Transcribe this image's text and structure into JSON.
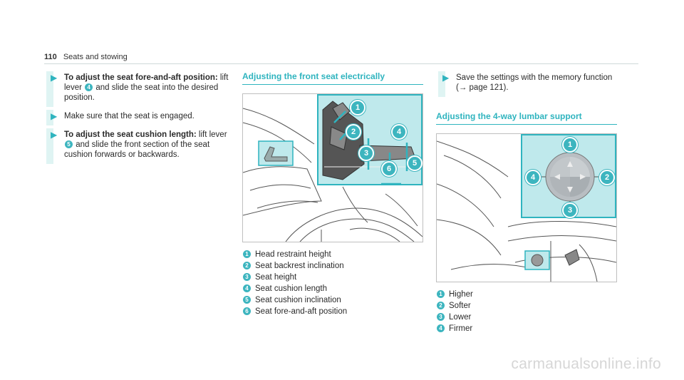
{
  "header": {
    "page_number": "110",
    "section": "Seats and stowing"
  },
  "col1": {
    "steps": [
      {
        "bold": "To adjust the seat fore-and-aft position:",
        "text_a": " lift lever ",
        "badge": "4",
        "text_b": " and slide the seat into the desired position."
      },
      {
        "text_a": "Make sure that the seat is engaged."
      },
      {
        "bold": "To adjust the seat cushion length:",
        "text_a": " lift lever ",
        "badge": "5",
        "text_b": " and slide the front section of the seat cushion forwards or backwards."
      }
    ]
  },
  "col2": {
    "title": "Adjusting the front seat electrically",
    "figure": {
      "labels": [
        "1",
        "2",
        "3",
        "4",
        "5",
        "6"
      ]
    },
    "legend": [
      {
        "num": "1",
        "text": "Head restraint height"
      },
      {
        "num": "2",
        "text": "Seat backrest inclination"
      },
      {
        "num": "3",
        "text": "Seat height"
      },
      {
        "num": "4",
        "text": "Seat cushion length"
      },
      {
        "num": "5",
        "text": "Seat cushion inclination"
      },
      {
        "num": "6",
        "text": "Seat fore-and-aft position"
      }
    ]
  },
  "col3": {
    "step": {
      "text_a": "Save the settings with the memory function (",
      "arrow": "→",
      "text_b": " page 121)."
    },
    "title": "Adjusting the 4-way lumbar support",
    "figure": {
      "labels": [
        "1",
        "2",
        "3",
        "4"
      ]
    },
    "legend": [
      {
        "num": "1",
        "text": "Higher"
      },
      {
        "num": "2",
        "text": "Softer"
      },
      {
        "num": "3",
        "text": "Lower"
      },
      {
        "num": "4",
        "text": "Firmer"
      }
    ]
  },
  "watermark": "carmanualsonline.info",
  "colors": {
    "accent": "#2fb4bf",
    "callout_fill": "#bfe9ec",
    "bar_fill": "#dff4f3"
  }
}
